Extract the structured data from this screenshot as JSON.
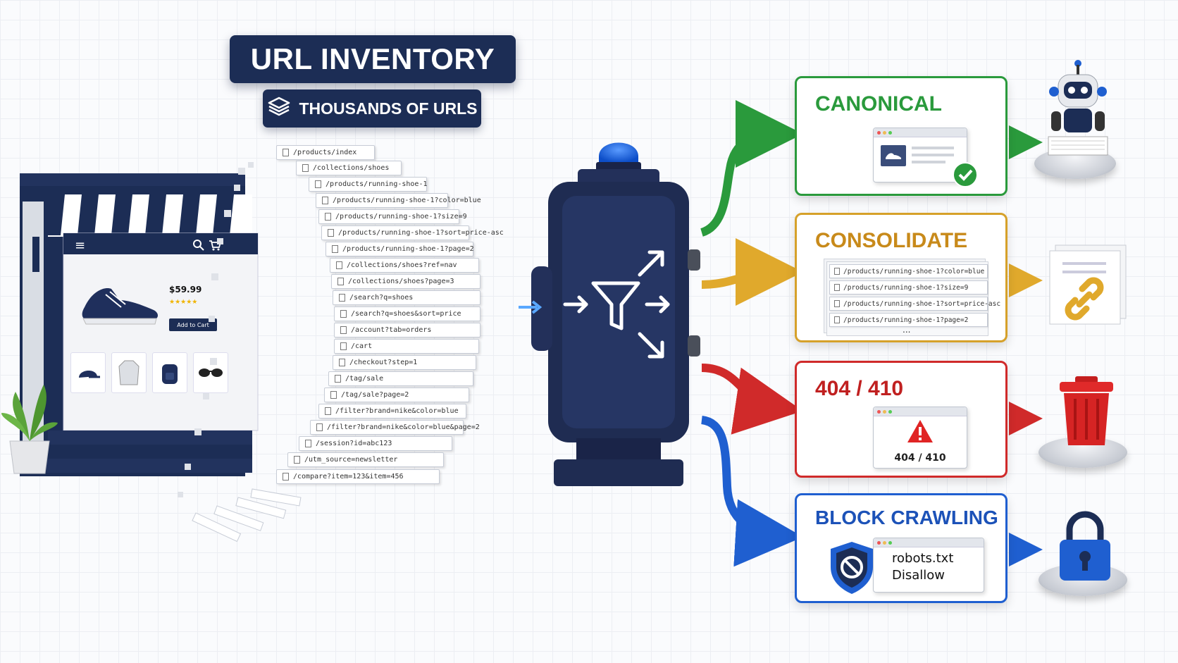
{
  "header": {
    "title": "URL INVENTORY",
    "subtitle": "THOUSANDS OF URLS"
  },
  "storefront": {
    "price": "$59.99",
    "cta": "Add to Cart",
    "rating_stars": "★★★★★"
  },
  "url_list": [
    "/products/index",
    "/collections/shoes",
    "/products/running-shoe-1",
    "/products/running-shoe-1?color=blue",
    "/products/running-shoe-1?size=9",
    "/products/running-shoe-1?sort=price-asc",
    "/products/running-shoe-1?page=2",
    "/collections/shoes?ref=nav",
    "/collections/shoes?page=3",
    "/search?q=shoes",
    "/search?q=shoes&sort=price",
    "/account?tab=orders",
    "/cart",
    "/checkout?step=1",
    "/tag/sale",
    "/tag/sale?page=2",
    "/filter?brand=nike&color=blue",
    "/filter?brand=nike&color=blue&page=2",
    "/session?id=abc123",
    "/utm_source=newsletter",
    "/compare?item=123&item=456"
  ],
  "outcomes": [
    {
      "title": "CANONICAL",
      "color": "#2a9a3c",
      "icon": "robot-icon"
    },
    {
      "title": "CONSOLIDATE",
      "color": "#d6a12a",
      "icon": "link-icon",
      "urls": [
        "/products/running-shoe-1?color=blue",
        "/products/running-shoe-1?size=9",
        "/products/running-shoe-1?sort=price-asc",
        "/products/running-shoe-1?page=2"
      ],
      "ellipsis": "..."
    },
    {
      "title": "404 / 410",
      "color": "#d02a2a",
      "icon": "trash-icon",
      "window_label": "404 / 410"
    },
    {
      "title": "BLOCK CRAWLING",
      "color": "#1f5fd0",
      "icon": "lock-icon",
      "robots_line1": "robots.txt",
      "robots_line2": "Disallow"
    }
  ],
  "colors": {
    "navy": "#1c2d55",
    "green": "#2a9a3c",
    "gold": "#d6a12a",
    "red": "#d02a2a",
    "blue": "#1f5fd0"
  }
}
